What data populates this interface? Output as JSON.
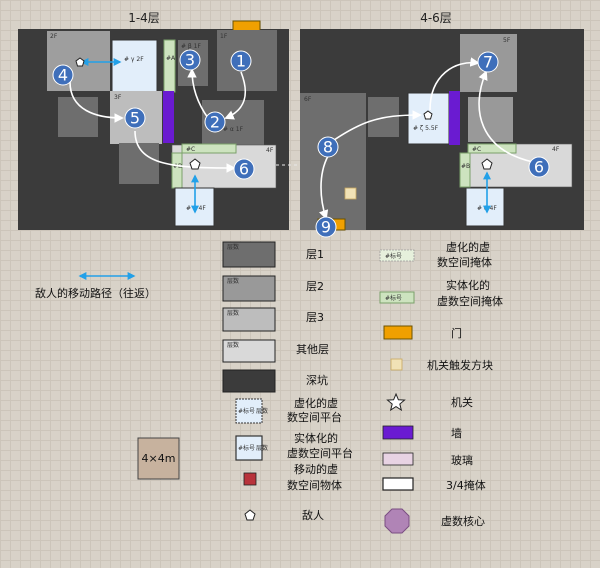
{
  "panels": {
    "left_title": "1-4层",
    "right_title": "4-6层"
  },
  "room_labels": {
    "l_2f": "2F",
    "l_1f": "1F",
    "l_3f": "3F",
    "l_4f": "4F",
    "l_gamma": "# γ 2F",
    "l_beta": "# β 1F",
    "l_alpha": "# α 1F",
    "l_A": "#A",
    "l_B": "#B",
    "l_C": "#C",
    "l_delta": "# δ 4F",
    "r_5f": "5F",
    "r_6f": "6F",
    "r_4f": "4F",
    "r_zeta": "# ζ 5.5F",
    "r_C": "#C",
    "r_B": "#B",
    "r_delta": "# δ 4F"
  },
  "markers": {
    "left": [
      "1",
      "2",
      "3",
      "4",
      "5",
      "6"
    ],
    "right": [
      "7",
      "8",
      "6",
      "9"
    ]
  },
  "enemy_route_label": "敌人的移动路径（往返）",
  "legend": {
    "layer_text": "层数",
    "tag_text": "#标号",
    "items": {
      "floor1": "层1",
      "floor2": "层2",
      "floor3": "层3",
      "other": "其他层",
      "pit": "深坑",
      "virtual_platform_l1": "虚化的虚",
      "virtual_platform_l2": "数空间平台",
      "solid_platform_l1": "实体化的",
      "solid_platform_l2": "虚数空间平台",
      "moving_l1": "移动的虚",
      "moving_l2": "数空间物体",
      "enemy": "敌人",
      "virtual_mask_l1": "虚化的虚",
      "virtual_mask_l2": "数空间掩体",
      "solid_mask_l1": "实体化的",
      "solid_mask_l2": "虚数空间掩体",
      "door": "门",
      "trigger": "机关触发方块",
      "mechanism": "机关",
      "wall": "墙",
      "glass": "玻璃",
      "cover34": "3/4掩体",
      "core": "虚数核心"
    },
    "size_box": "4×4m"
  },
  "colors": {
    "pit": "#3b3b3b",
    "floor1": "#6e6e6e",
    "floor2": "#999999",
    "floor3": "#bdbdbd",
    "other": "#d9d9d9",
    "marker": "#3f6fba",
    "door": "#f0a000",
    "wall": "#6a1bd1",
    "glass": "#e8d3e3",
    "core": "#b084b6",
    "route": "#22a0e8",
    "green": "#cde3bf",
    "blue_platform": "#e2eefa",
    "moving": "#b8333b"
  }
}
